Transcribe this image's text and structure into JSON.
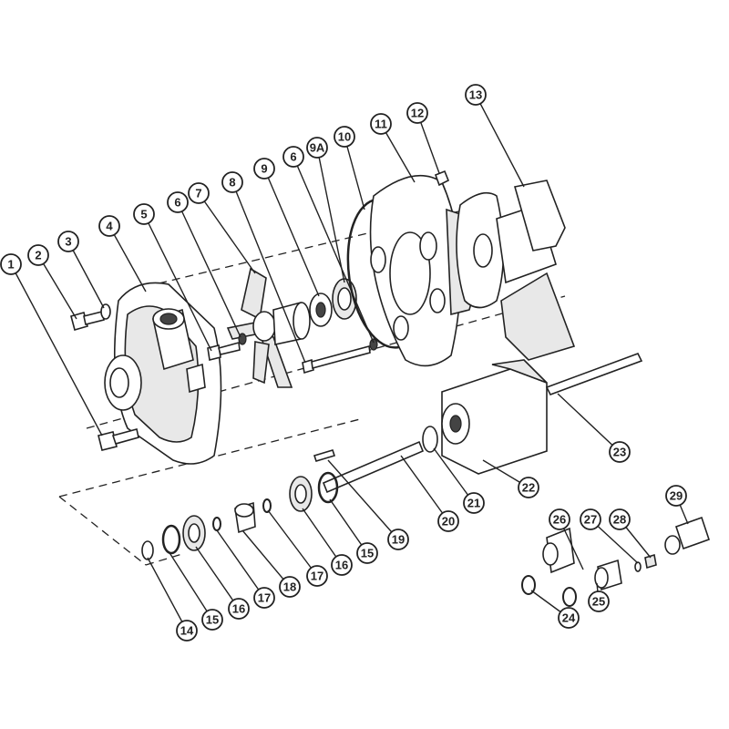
{
  "title": "Pump exploded parts diagram",
  "callouts": [
    {
      "id": "c1",
      "label": "1"
    },
    {
      "id": "c2",
      "label": "2"
    },
    {
      "id": "c3",
      "label": "3"
    },
    {
      "id": "c4",
      "label": "4"
    },
    {
      "id": "c5",
      "label": "5"
    },
    {
      "id": "c6a",
      "label": "6"
    },
    {
      "id": "c7",
      "label": "7"
    },
    {
      "id": "c8",
      "label": "8"
    },
    {
      "id": "c9",
      "label": "9"
    },
    {
      "id": "c6b",
      "label": "6"
    },
    {
      "id": "c9a",
      "label": "9A"
    },
    {
      "id": "c10",
      "label": "10"
    },
    {
      "id": "c11",
      "label": "11"
    },
    {
      "id": "c12",
      "label": "12"
    },
    {
      "id": "c13",
      "label": "13"
    },
    {
      "id": "c14",
      "label": "14"
    },
    {
      "id": "c15a",
      "label": "15"
    },
    {
      "id": "c16a",
      "label": "16"
    },
    {
      "id": "c17a",
      "label": "17"
    },
    {
      "id": "c18",
      "label": "18"
    },
    {
      "id": "c17b",
      "label": "17"
    },
    {
      "id": "c16b",
      "label": "16"
    },
    {
      "id": "c15b",
      "label": "15"
    },
    {
      "id": "c19",
      "label": "19"
    },
    {
      "id": "c20",
      "label": "20"
    },
    {
      "id": "c21",
      "label": "21"
    },
    {
      "id": "c22",
      "label": "22"
    },
    {
      "id": "c23",
      "label": "23"
    },
    {
      "id": "c24",
      "label": "24"
    },
    {
      "id": "c25",
      "label": "25"
    },
    {
      "id": "c26",
      "label": "26"
    },
    {
      "id": "c27",
      "label": "27"
    },
    {
      "id": "c28",
      "label": "28"
    },
    {
      "id": "c29",
      "label": "29"
    }
  ]
}
